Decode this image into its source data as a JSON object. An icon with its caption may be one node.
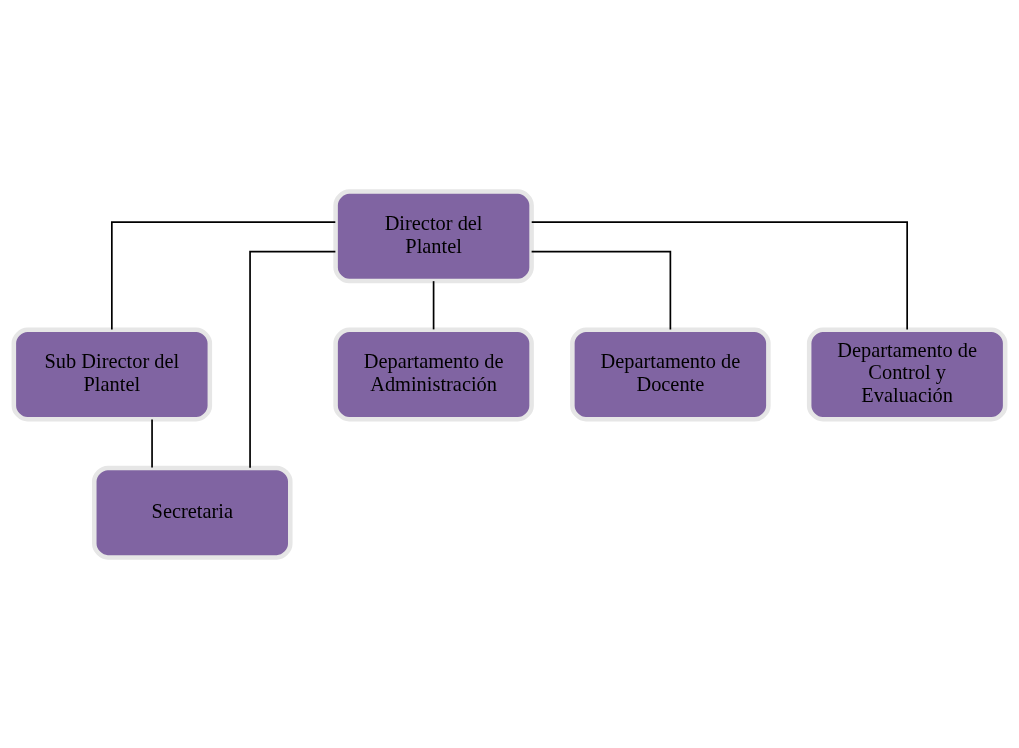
{
  "diagram": {
    "nodes": [
      {
        "text": [
          "Director del Plantel"
        ]
      },
      {
        "text": [
          "Sub Director del Plantel"
        ]
      },
      {
        "text": [
          "Secretaria"
        ]
      },
      {
        "text": [
          "Departamento de Administración"
        ]
      },
      {
        "text": [
          "Departamento de Docente"
        ]
      },
      {
        "text": [
          "Departamento de Control y Evaluación"
        ]
      }
    ],
    "edges": [
      {
        "from": 0,
        "to": 1,
        "arrow": "none"
      },
      {
        "from": 1,
        "to": 2,
        "arrow": "none"
      },
      {
        "from": 0,
        "to": 2,
        "arrow": "none"
      },
      {
        "from": 0,
        "to": 3,
        "arrow": "none"
      },
      {
        "from": 0,
        "to": 4,
        "arrow": "none"
      },
      {
        "from": 0,
        "to": 5,
        "arrow": "none"
      }
    ]
  }
}
